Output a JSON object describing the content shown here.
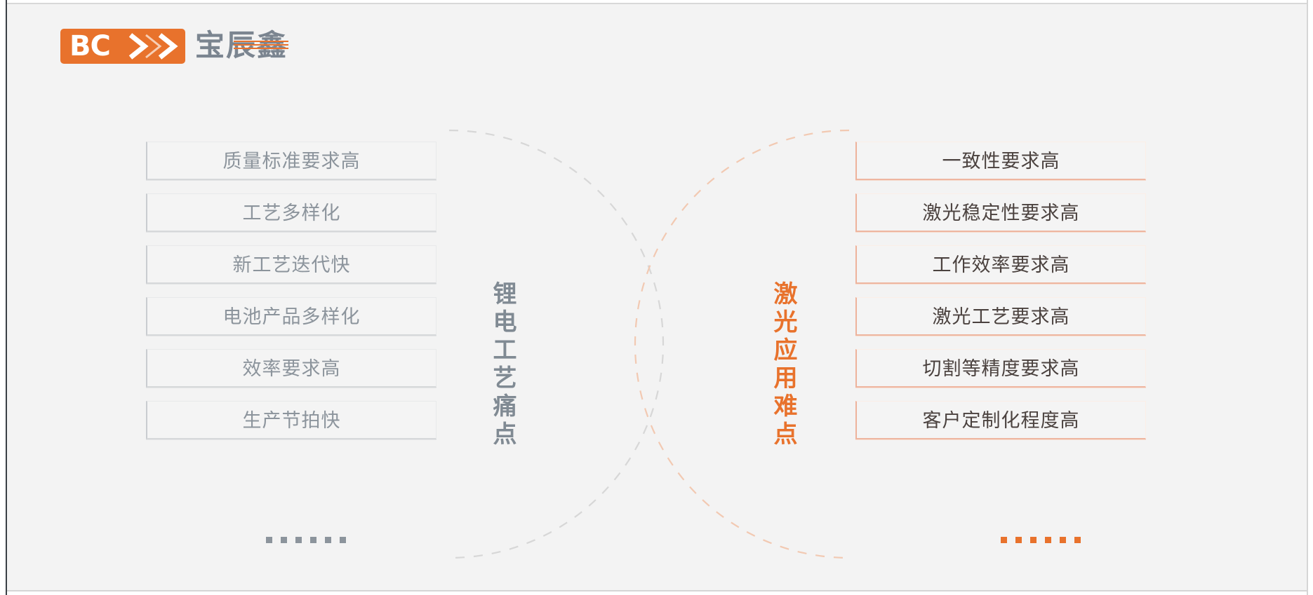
{
  "brand": {
    "mark_text": "BC",
    "mark_icon": "double-chevron-icon",
    "name_cn": "宝辰鑫",
    "accent_color": "#e8722c",
    "gray_color": "#7b8590"
  },
  "left_column": {
    "axis_label": "锂电工艺痛点",
    "axis_label_color": "#808a93",
    "arc_color": "#d6d6d6",
    "items": [
      {
        "label": "质量标准要求高"
      },
      {
        "label": "工艺多样化"
      },
      {
        "label": "新工艺迭代快"
      },
      {
        "label": "电池产品多样化"
      },
      {
        "label": "效率要求高"
      },
      {
        "label": "生产节拍快"
      }
    ],
    "ellipsis": {
      "dot_count": 6,
      "color": "#8c949c"
    }
  },
  "right_column": {
    "axis_label": "激光应用难点",
    "axis_label_color": "#e8722c",
    "arc_color": "#f2c9b2",
    "items": [
      {
        "label": "一致性要求高"
      },
      {
        "label": "激光稳定性要求高"
      },
      {
        "label": "工作效率要求高"
      },
      {
        "label": "激光工艺要求高"
      },
      {
        "label": "切割等精度要求高"
      },
      {
        "label": "客户定制化程度高"
      }
    ],
    "ellipsis": {
      "dot_count": 6,
      "color": "#e8722c"
    }
  },
  "canvas": {
    "background": "#f3f3f3",
    "page_background": "#ffffff"
  }
}
